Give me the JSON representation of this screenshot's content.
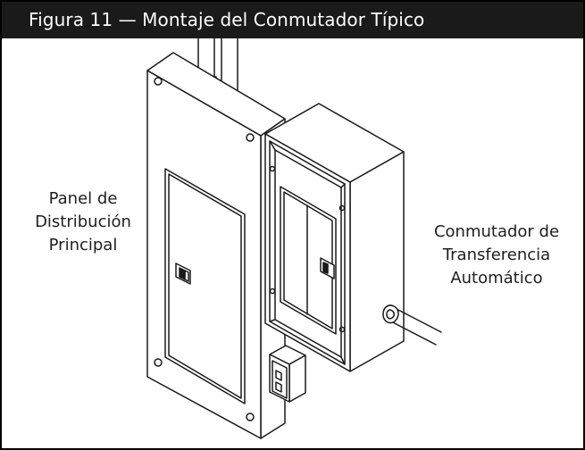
{
  "figure": {
    "title": "Figura 11 — Montaje del Conmutador Típico",
    "labels": {
      "main_panel": [
        "Panel de",
        "Distribución",
        "Principal"
      ],
      "transfer_switch": [
        "Conmutador de",
        "Transferencia",
        "Automático"
      ]
    }
  }
}
